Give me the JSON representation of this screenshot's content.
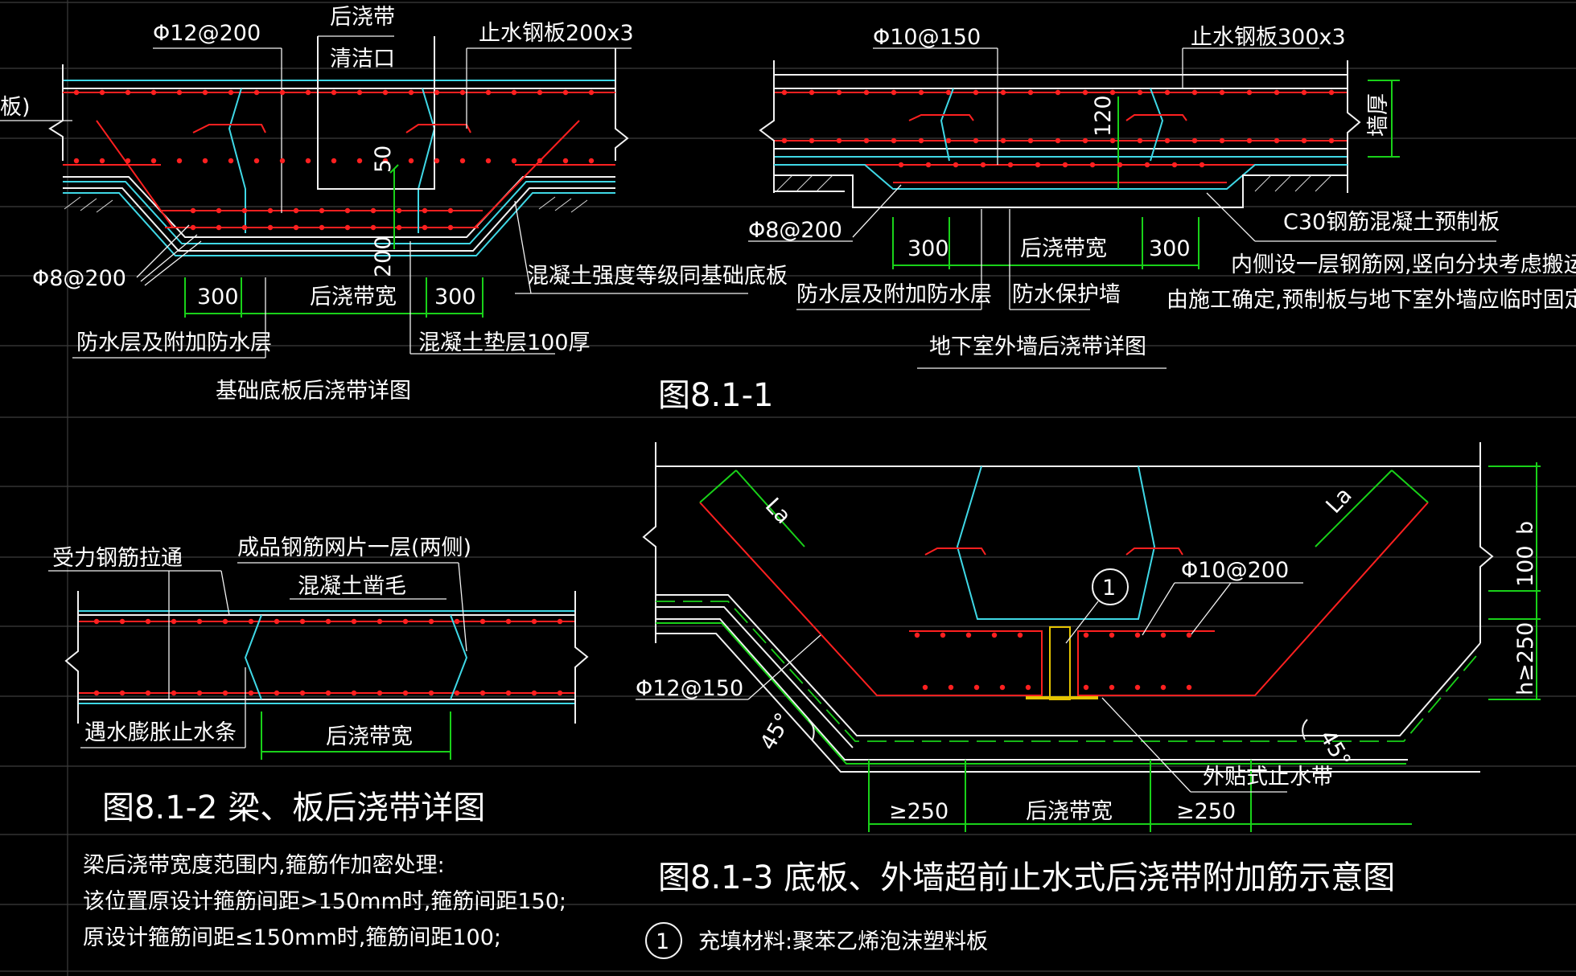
{
  "title": "",
  "colors": {
    "background": "#000000",
    "line": "#f2f2f2",
    "rebar": "#ff2020",
    "edge": "#3fd8e6",
    "dim": "#19d119",
    "strip": "#e5c400"
  },
  "fig1_left": {
    "rebar_top": "Φ12@200",
    "hpd_top": "后浇带",
    "clean_port": "清洁口",
    "steel_plate": "止水钢板200x3",
    "slab_cut": "板)",
    "dim_50": "50",
    "dim_200": "200",
    "rebar_bottom": "Φ8@200",
    "dim_300_left": "300",
    "hpd_width": "后浇带宽",
    "dim_300_right": "300",
    "concrete_grade": "混凝土强度等级同基础底板",
    "waterproof": "防水层及附加防水层",
    "cushion": "混凝土垫层100厚",
    "caption": "基础底板后浇带详图"
  },
  "fig1_right": {
    "rebar_top": "Φ10@150",
    "steel_plate": "止水钢板300x3",
    "dim_120": "120",
    "wall_thk": "墙厚",
    "rebar_bottom": "Φ8@200",
    "precast": "C30钢筋混凝土预制板",
    "dim_300_left": "300",
    "hpd_width": "后浇带宽",
    "dim_300_right": "300",
    "note_line1": "内侧设一层钢筋网,竖向分块考虑搬运,",
    "note_line2": "由施工确定,预制板与地下室外墙应临时固定连接。",
    "waterproof": "防水层及附加防水层",
    "protect_wall": "防水保护墙",
    "caption": "地下室外墙后浇带详图"
  },
  "fig1_label": "图8.1-1",
  "fig2": {
    "rebar_through": "受力钢筋拉通",
    "mesh": "成品钢筋网片一层(两侧)",
    "chisel": "混凝土凿毛",
    "swell_strip": "遇水膨胀止水条",
    "hpd_width": "后浇带宽",
    "caption": "图8.1-2   梁、板后浇带详图",
    "note_line1": "梁后浇带宽度范围内,箍筋作加密处理:",
    "note_line2": "该位置原设计箍筋间距>150mm时,箍筋间距150;",
    "note_line3": "原设计箍筋间距≤150mm时,箍筋间距100;"
  },
  "fig3": {
    "la_left": "La",
    "la_right": "La",
    "dim_b": "b",
    "dim_100": "100",
    "circle_num": "1",
    "rebar_right": "Φ10@200",
    "dim_h": "h≥250",
    "rebar_left": "Φ12@150",
    "angle_left": "45°",
    "angle_right": "45°",
    "ext_strip": "外贴式止水带",
    "dim_250_left": "≥250",
    "hpd_width": "后浇带宽",
    "dim_250_right": "≥250",
    "caption": "图8.1-3   底板、外墙超前止水式后浇带附加筋示意图",
    "legend_num": "1",
    "legend_text": "充填材料:聚苯乙烯泡沫塑料板"
  }
}
